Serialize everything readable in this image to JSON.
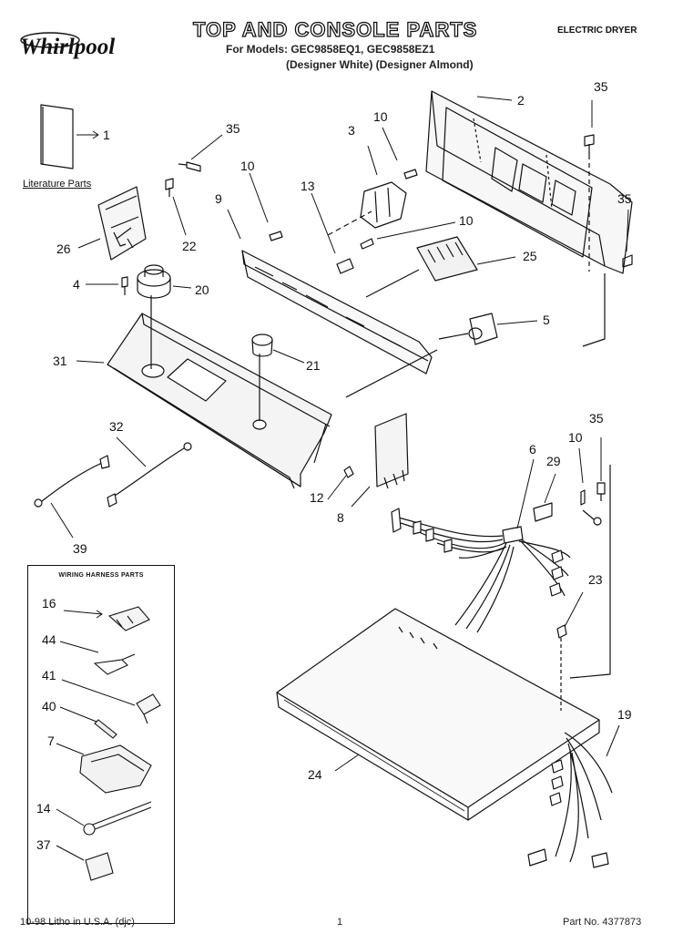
{
  "header": {
    "brand": "Whirlpool",
    "title": "TOP AND CONSOLE PARTS",
    "models_line": "For Models: GEC9858EQ1, GEC9858EZ1",
    "colors_line": "(Designer White) (Designer Almond)",
    "dryer_type": "ELECTRIC DRYER"
  },
  "literature_label": "Literature Parts",
  "wiring_harness_title": "WIRING HARNESS PARTS",
  "part_numbers": {
    "p1": "1",
    "p2": "2",
    "p3": "3",
    "p4": "4",
    "p5": "5",
    "p6": "6",
    "p7": "7",
    "p8": "8",
    "p9": "9",
    "p10a": "10",
    "p10b": "10",
    "p10c": "10",
    "p10d": "10",
    "p12": "12",
    "p13": "13",
    "p14": "14",
    "p16": "16",
    "p19": "19",
    "p20": "20",
    "p21": "21",
    "p22": "22",
    "p23": "23",
    "p24": "24",
    "p25": "25",
    "p26": "26",
    "p29": "29",
    "p31": "31",
    "p32": "32",
    "p35a": "35",
    "p35b": "35",
    "p35c": "35",
    "p35d": "35",
    "p37": "37",
    "p39": "39",
    "p40": "40",
    "p41": "41",
    "p44": "44"
  },
  "footer": {
    "litho": "10-98 Litho in U.S.A. (djc)",
    "page": "1",
    "part_no": "Part No. 4377873"
  }
}
